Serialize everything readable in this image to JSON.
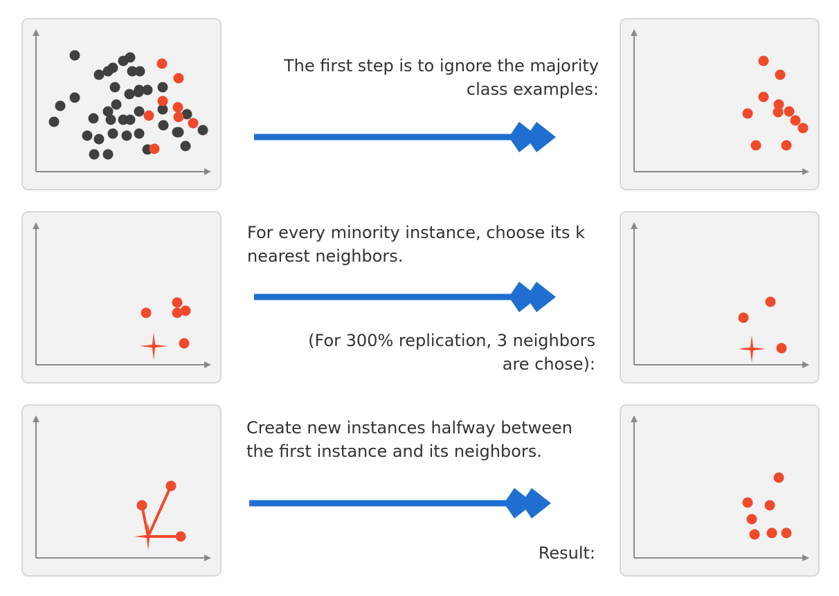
{
  "colors": {
    "majority": "#404040",
    "minority": "#f04a2c",
    "arrow": "#1f6fd1",
    "axis": "#8a8a8a"
  },
  "steps": [
    {
      "text": "The first step is to ignore the majority class examples:"
    },
    {
      "text": "For every minority instance, choose its k nearest neighbors.",
      "note_line1": "(For 300% replication, 3 neighbors",
      "note_line2": "are chose):"
    },
    {
      "text_line1": "Create new instances halfway between",
      "text_line2": "the first instance and its neighbors.",
      "result": "Result:"
    }
  ],
  "text_lines": {
    "step1_line1": "The first step is to ignore the majority",
    "step1_line2": "class examples:",
    "step2_line1": "For every minority instance, choose its k",
    "step2_line2": "nearest neighbors."
  }
}
